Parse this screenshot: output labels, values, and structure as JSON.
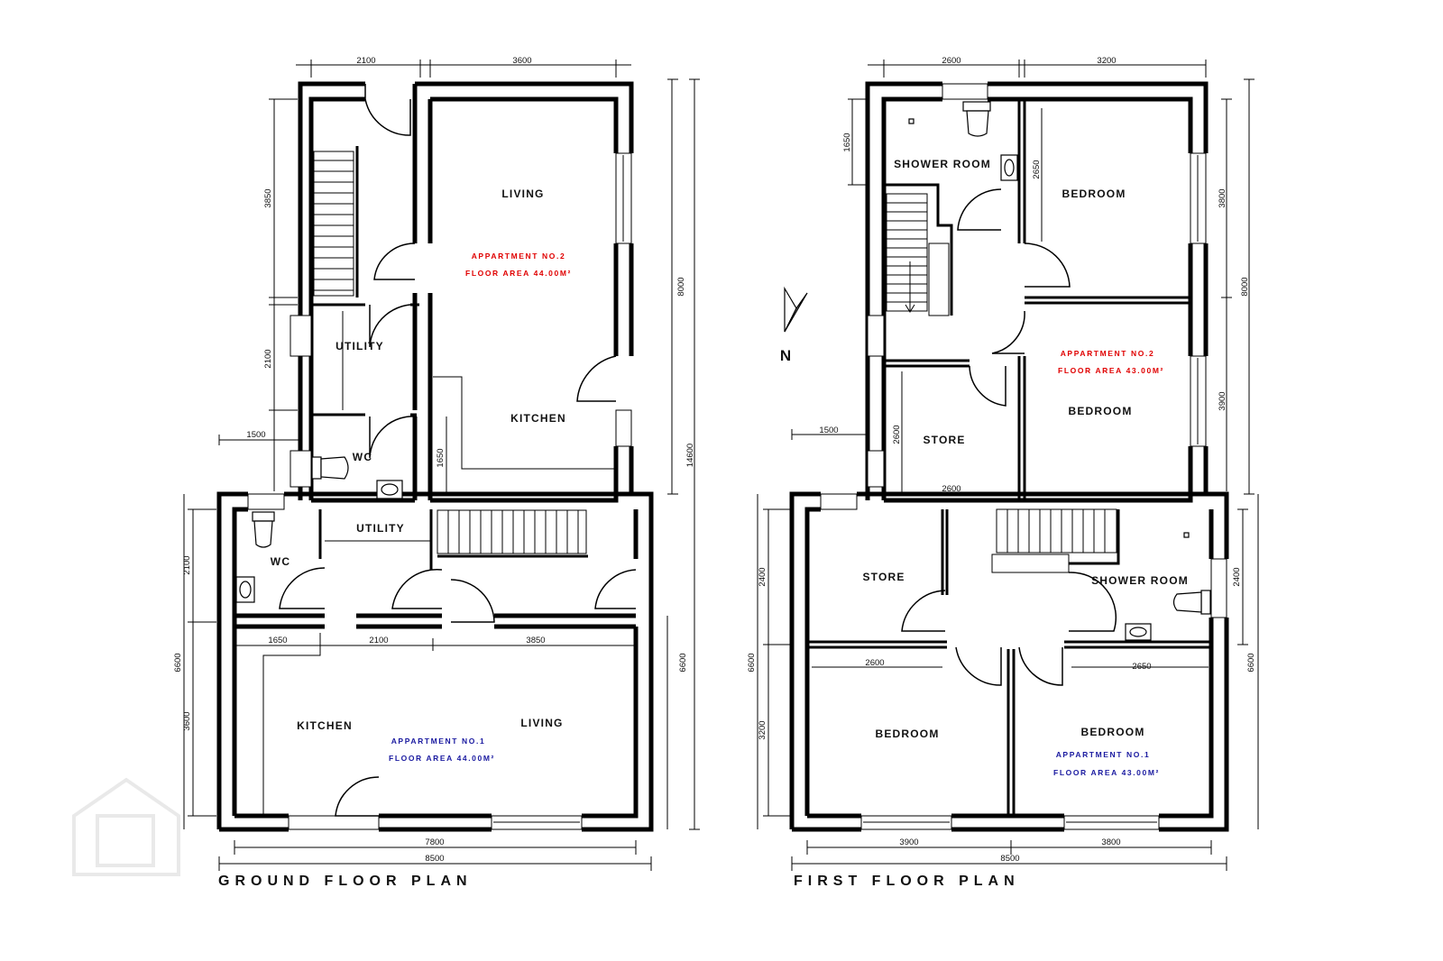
{
  "ground_floor": {
    "title": "GROUND FLOOR PLAN",
    "apartment_2": {
      "name": "APPARTMENT NO.2",
      "area": "FLOOR AREA 44.00M²",
      "color": "#e00000",
      "rooms": {
        "living": "LIVING",
        "kitchen": "KITCHEN",
        "utility": "UTILITY",
        "wc": "WC"
      }
    },
    "apartment_1": {
      "name": "APPARTMENT NO.1",
      "area": "FLOOR AREA 44.00M²",
      "color": "#1a1aa0",
      "rooms": {
        "kitchen": "KITCHEN",
        "living": "LIVING",
        "utility": "UTILITY",
        "wc": "WC"
      }
    },
    "dims": {
      "top_left": "2100",
      "top_right": "3600",
      "left_stair": "3850",
      "left_utility": "2100",
      "ext_1500": "1500",
      "kitchen_1650": "1650",
      "right_8000": "8000",
      "right_14600": "14600",
      "left_2100": "2100",
      "left_6600": "6600",
      "left_3600": "3600",
      "inner_1650": "1650",
      "inner_2100": "2100",
      "inner_3850": "3850",
      "right_6600": "6600",
      "bottom_7800": "7800",
      "bottom_8500": "8500"
    }
  },
  "first_floor": {
    "title": "FIRST FLOOR PLAN",
    "north_label": "N",
    "apartment_2": {
      "name": "APPARTMENT NO.2",
      "area": "FLOOR AREA 43.00M²",
      "color": "#e00000",
      "rooms": {
        "shower": "SHOWER ROOM",
        "bedroom_top": "BEDROOM",
        "bedroom_mid": "BEDROOM",
        "store": "STORE"
      }
    },
    "apartment_1": {
      "name": "APPARTMENT NO.1",
      "area": "FLOOR AREA 43.00M²",
      "color": "#1a1aa0",
      "rooms": {
        "store": "STORE",
        "shower": "SHOWER ROOM",
        "bedroom_left": "BEDROOM",
        "bedroom_right": "BEDROOM"
      }
    },
    "dims": {
      "top_left": "2600",
      "top_right": "3200",
      "left_1650": "1650",
      "shower_2650": "2650",
      "right_3800": "3800",
      "right_8000": "8000",
      "right_3900": "3900",
      "ext_1500": "1500",
      "store_2600v": "2600",
      "store_2600h": "2600",
      "left_2400": "2400",
      "left_6600": "6600",
      "left_3200": "3200",
      "bed_2600": "2600",
      "bed_2650": "2650",
      "right_2400": "2400",
      "right_6600b": "6600",
      "bottom_3900": "3900",
      "bottom_3800": "3800",
      "bottom_8500": "8500"
    }
  }
}
